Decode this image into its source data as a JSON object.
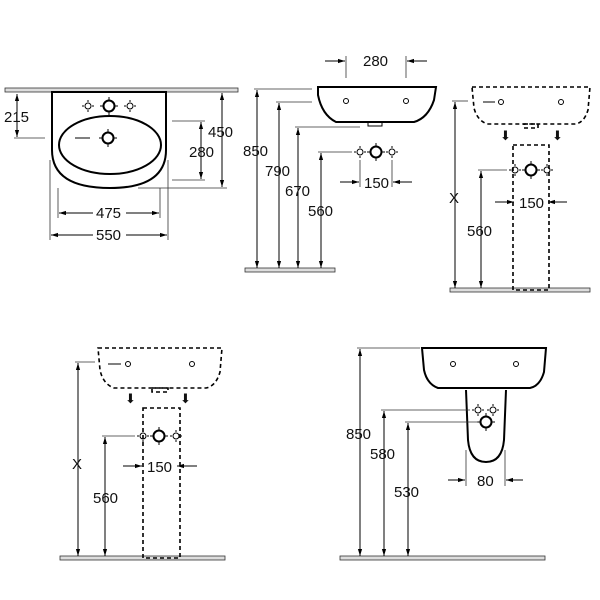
{
  "front_view": {
    "dims": {
      "wall_to_drain": "215",
      "depth": "450",
      "bowl_depth": "280",
      "bowl_width": "475",
      "width": "550"
    }
  },
  "side_view": {
    "dims": {
      "tap_spacing_top": "280",
      "height_top": "850",
      "height_rim": "790",
      "height_bottom": "670",
      "height_supply": "560",
      "supply_spacing": "150"
    }
  },
  "pedestal_view_right": {
    "dims": {
      "height_x": "X",
      "height_supply": "560",
      "supply_spacing": "150"
    }
  },
  "pedestal_view_left": {
    "dims": {
      "height_x": "X",
      "height_supply": "560",
      "supply_spacing": "150"
    }
  },
  "semi_pedestal_view": {
    "dims": {
      "height_top": "850",
      "height_supply": "580",
      "height_waste": "530",
      "pedestal_width": "80"
    }
  }
}
